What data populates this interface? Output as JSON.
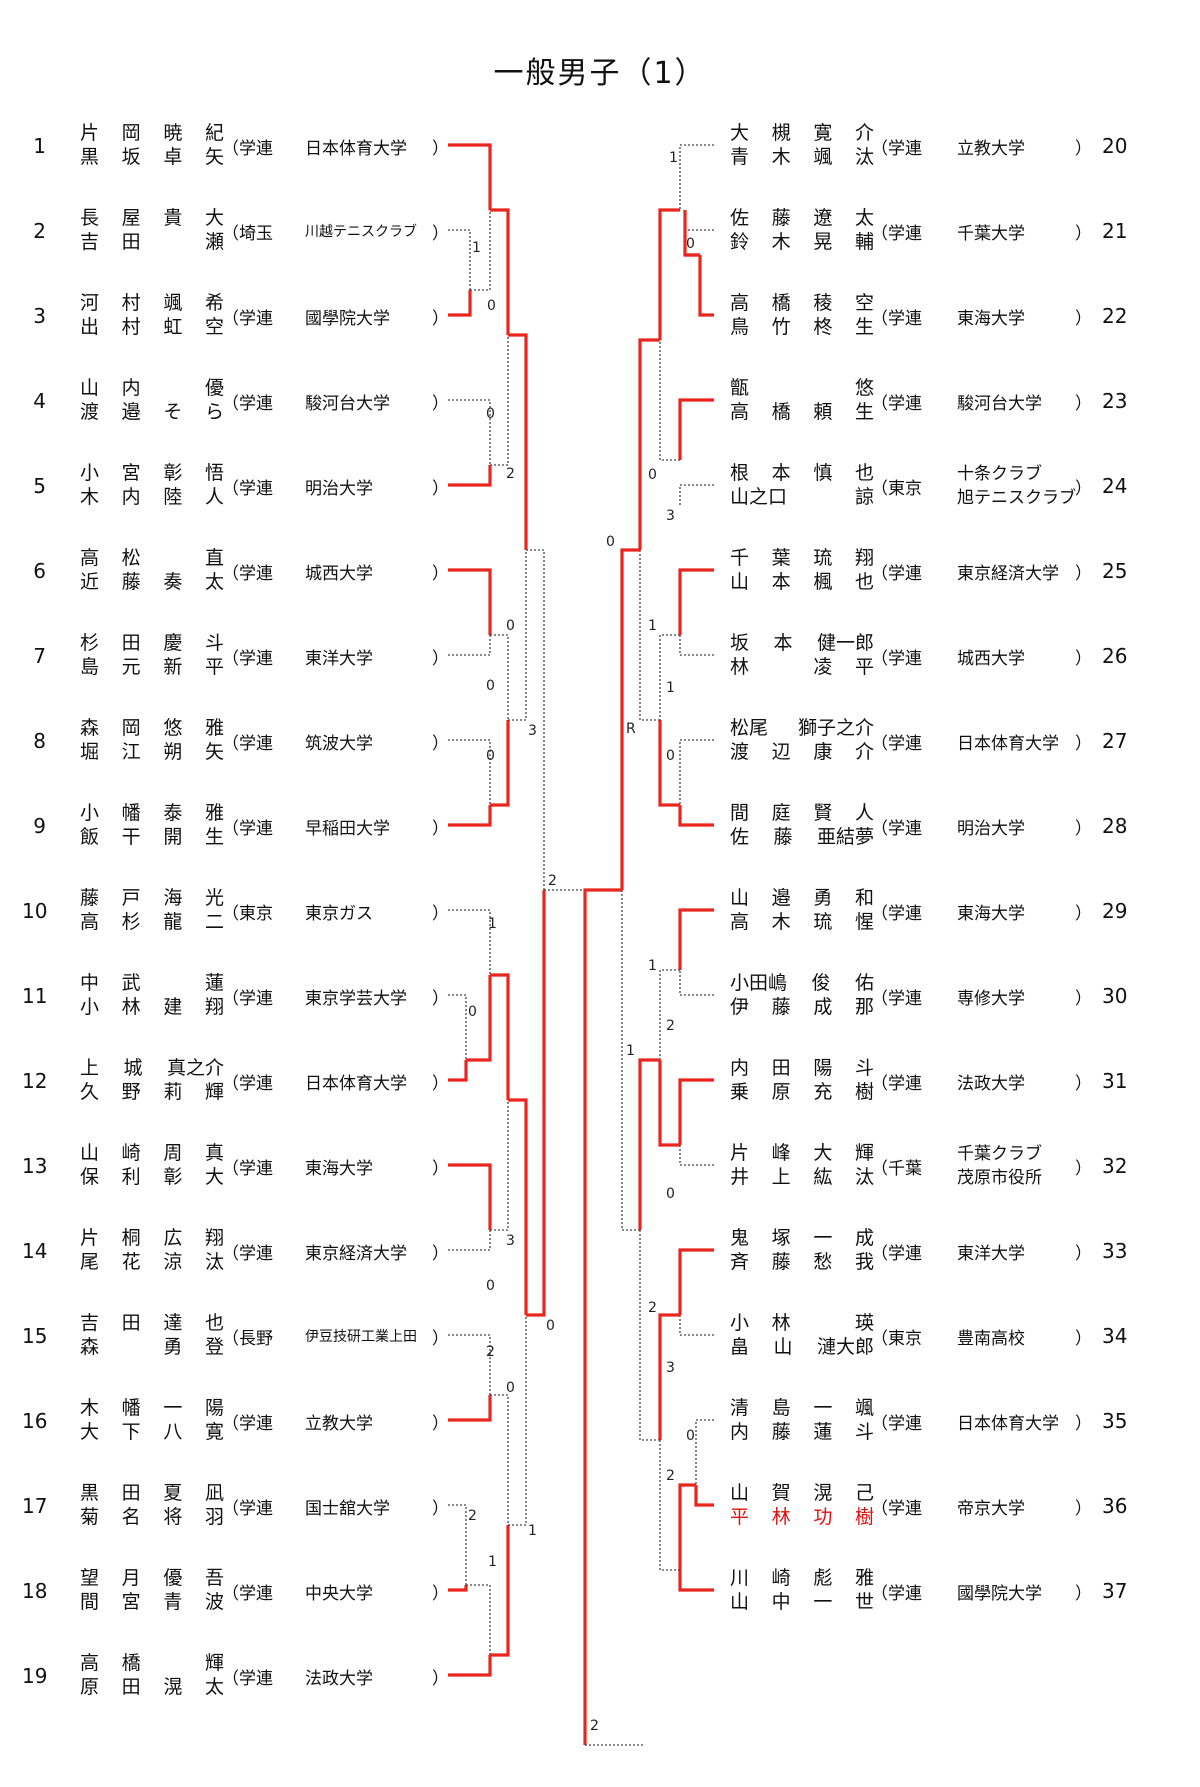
{
  "title": "一般男子（1）",
  "left_entries": [
    {
      "seed": "1",
      "p1": "片 岡 暁 紀",
      "p2": "黒 坂 卓 矢",
      "affiliation": "学連",
      "org": [
        "日本体育大学"
      ]
    },
    {
      "seed": "2",
      "p1": "長 屋 貴 大",
      "p2": "吉 田 　 瀬",
      "affiliation": "埼玉",
      "org": [
        "川越テニスクラブ"
      ],
      "org_small": true
    },
    {
      "seed": "3",
      "p1": "河 村 颯 希",
      "p2": "出 村 虹 空",
      "affiliation": "学連",
      "org": [
        "國學院大学"
      ]
    },
    {
      "seed": "4",
      "p1": "山 内 　 優",
      "p2": "渡 邉 そ ら",
      "affiliation": "学連",
      "org": [
        "駿河台大学"
      ]
    },
    {
      "seed": "5",
      "p1": "小 宮 彰 悟",
      "p2": "木 内 陸 人",
      "affiliation": "学連",
      "org": [
        "明治大学"
      ]
    },
    {
      "seed": "6",
      "p1": "高 松 　 直",
      "p2": "近 藤 奏 太",
      "affiliation": "学連",
      "org": [
        "城西大学"
      ]
    },
    {
      "seed": "7",
      "p1": "杉 田 慶 斗",
      "p2": "島 元 新 平",
      "affiliation": "学連",
      "org": [
        "東洋大学"
      ]
    },
    {
      "seed": "8",
      "p1": "森 岡 悠 雅",
      "p2": "堀 江 朔 矢",
      "affiliation": "学連",
      "org": [
        "筑波大学"
      ]
    },
    {
      "seed": "9",
      "p1": "小 幡 泰 雅",
      "p2": "飯 干 開 生",
      "affiliation": "学連",
      "org": [
        "早稲田大学"
      ]
    },
    {
      "seed": "10",
      "p1": "藤 戸 海 光",
      "p2": "高 杉 龍 二",
      "affiliation": "東京",
      "org": [
        "東京ガス"
      ]
    },
    {
      "seed": "11",
      "p1": "中 武 　 蓮",
      "p2": "小 林 建 翔",
      "affiliation": "学連",
      "org": [
        "東京学芸大学"
      ]
    },
    {
      "seed": "12",
      "p1": "上 城 真之介",
      "p2": "久 野 莉 輝",
      "affiliation": "学連",
      "org": [
        "日本体育大学"
      ]
    },
    {
      "seed": "13",
      "p1": "山 崎 周 真",
      "p2": "保 利 彰 大",
      "affiliation": "学連",
      "org": [
        "東海大学"
      ]
    },
    {
      "seed": "14",
      "p1": "片 桐 広 翔",
      "p2": "尾 花 涼 汰",
      "affiliation": "学連",
      "org": [
        "東京経済大学"
      ]
    },
    {
      "seed": "15",
      "p1": "吉 田 達 也",
      "p2": "森 　 勇 登",
      "affiliation": "長野",
      "org": [
        "伊豆技研工業上田"
      ],
      "org_small": true
    },
    {
      "seed": "16",
      "p1": "木 幡 一 陽",
      "p2": "大 下 八 寛",
      "affiliation": "学連",
      "org": [
        "立教大学"
      ]
    },
    {
      "seed": "17",
      "p1": "黒 田 夏 凪",
      "p2": "菊 名 将 羽",
      "affiliation": "学連",
      "org": [
        "国士舘大学"
      ]
    },
    {
      "seed": "18",
      "p1": "望 月 優 吾",
      "p2": "間 宮 青 波",
      "affiliation": "学連",
      "org": [
        "中央大学"
      ]
    },
    {
      "seed": "19",
      "p1": "高 橋 　 輝",
      "p2": "原 田 滉 太",
      "affiliation": "学連",
      "org": [
        "法政大学"
      ]
    }
  ],
  "right_entries": [
    {
      "seed": "20",
      "p1": "大 槻 寛 介",
      "p2": "青 木 颯 汰",
      "affiliation": "学連",
      "org": [
        "立教大学"
      ]
    },
    {
      "seed": "21",
      "p1": "佐 藤 遼 太",
      "p2": "鈴 木 晃 輔",
      "affiliation": "学連",
      "org": [
        "千葉大学"
      ]
    },
    {
      "seed": "22",
      "p1": "高 橋 稜 空",
      "p2": "鳥 竹 柊 生",
      "affiliation": "学連",
      "org": [
        "東海大学"
      ]
    },
    {
      "seed": "23",
      "p1": "甑 　 　 悠",
      "p2": "高 橋 頼 生",
      "affiliation": "学連",
      "org": [
        "駿河台大学"
      ]
    },
    {
      "seed": "24",
      "p1": "根 本 慎 也",
      "p2": "山之口 　 諒",
      "affiliation": "東京",
      "org": [
        "十条クラブ",
        "旭テニスクラブ"
      ]
    },
    {
      "seed": "25",
      "p1": "千 葉 琉 翔",
      "p2": "山 本 楓 也",
      "affiliation": "学連",
      "org": [
        "東京経済大学"
      ]
    },
    {
      "seed": "26",
      "p1": "坂 本 健一郎",
      "p2": "林 　 凌 平",
      "affiliation": "学連",
      "org": [
        "城西大学"
      ]
    },
    {
      "seed": "27",
      "p1": "松尾 獅子之介",
      "p2": "渡 辺 康 介",
      "affiliation": "学連",
      "org": [
        "日本体育大学"
      ]
    },
    {
      "seed": "28",
      "p1": "間 庭 賢 人",
      "p2": "佐 藤 亜結夢",
      "affiliation": "学連",
      "org": [
        "明治大学"
      ]
    },
    {
      "seed": "29",
      "p1": "山 邉 勇 和",
      "p2": "高 木 琉 惺",
      "affiliation": "学連",
      "org": [
        "東海大学"
      ]
    },
    {
      "seed": "30",
      "p1": "小田嶋 俊 佑",
      "p2": "伊 藤 成 那",
      "affiliation": "学連",
      "org": [
        "専修大学"
      ]
    },
    {
      "seed": "31",
      "p1": "内 田 陽 斗",
      "p2": "乗 原 充 樹",
      "affiliation": "学連",
      "org": [
        "法政大学"
      ]
    },
    {
      "seed": "32",
      "p1": "片 峰 大 輝",
      "p2": "井 上 紘 汰",
      "affiliation": "千葉",
      "org": [
        "千葉クラブ",
        "茂原市役所"
      ]
    },
    {
      "seed": "33",
      "p1": "鬼 塚 一 成",
      "p2": "斉 藤 愁 我",
      "affiliation": "学連",
      "org": [
        "東洋大学"
      ]
    },
    {
      "seed": "34",
      "p1": "小 林 　 瑛",
      "p2": "畠 山 漣大郎",
      "affiliation": "東京",
      "org": [
        "豊南高校"
      ]
    },
    {
      "seed": "35",
      "p1": "清 島 一 颯",
      "p2": "内 藤 蓮 斗",
      "affiliation": "学連",
      "org": [
        "日本体育大学"
      ]
    },
    {
      "seed": "36",
      "p1": "山 賀 滉 己",
      "p2": "平 林 功 樹",
      "affiliation": "学連",
      "org": [
        "帝京大学"
      ],
      "p2_red": true
    },
    {
      "seed": "37",
      "p1": "川 崎 彪 雅",
      "p2": "山 中 一 世",
      "affiliation": "学連",
      "org": [
        "國學院大学"
      ]
    }
  ],
  "bracket_colors": {
    "winner": "#e8261e",
    "loser": "#444444"
  }
}
